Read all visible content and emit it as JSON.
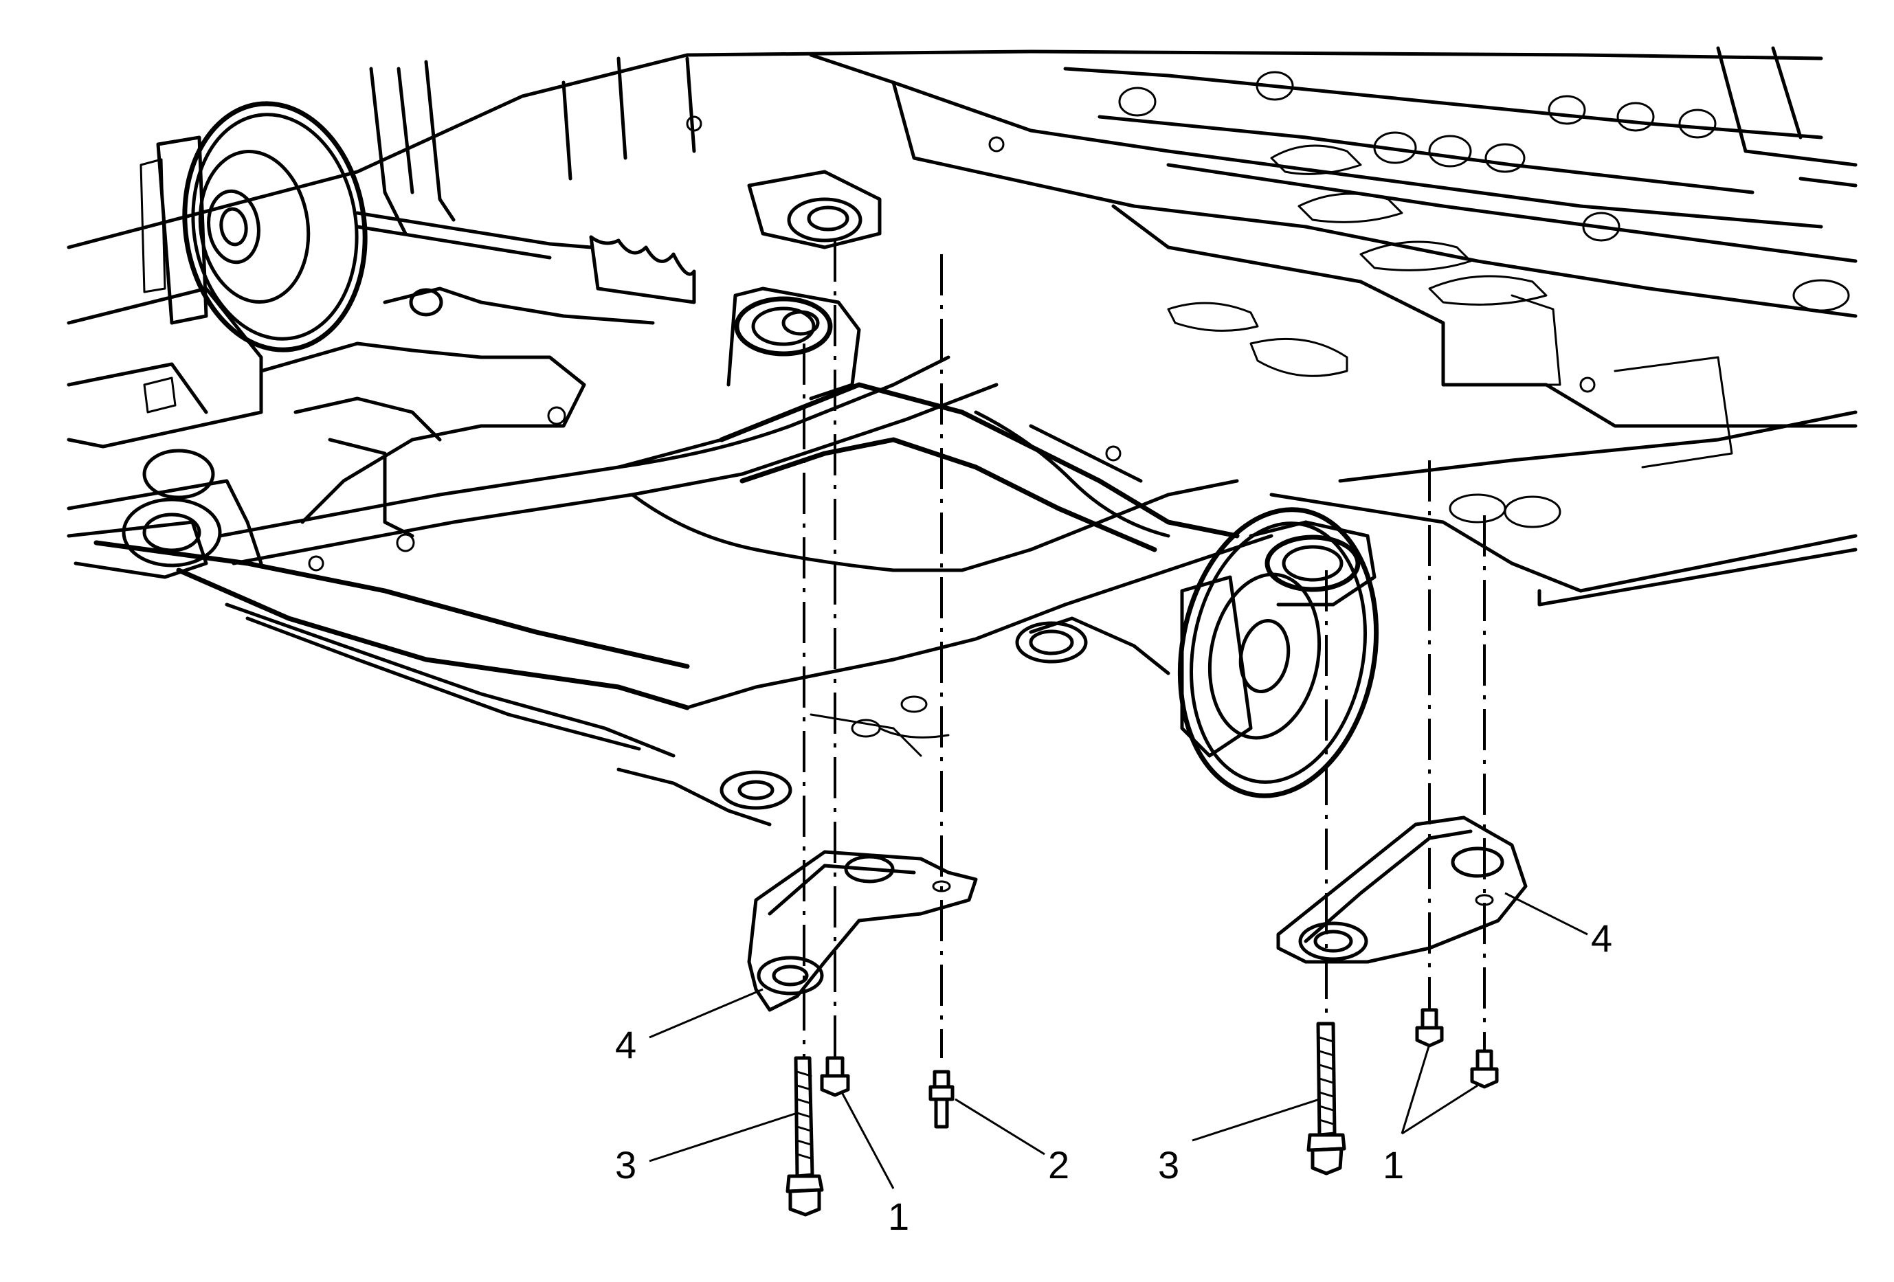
{
  "callouts": {
    "c1_left": "1",
    "c1_right": "1",
    "c2": "2",
    "c3_left": "3",
    "c3_right": "3",
    "c4_left": "4",
    "c4_right": "4"
  }
}
